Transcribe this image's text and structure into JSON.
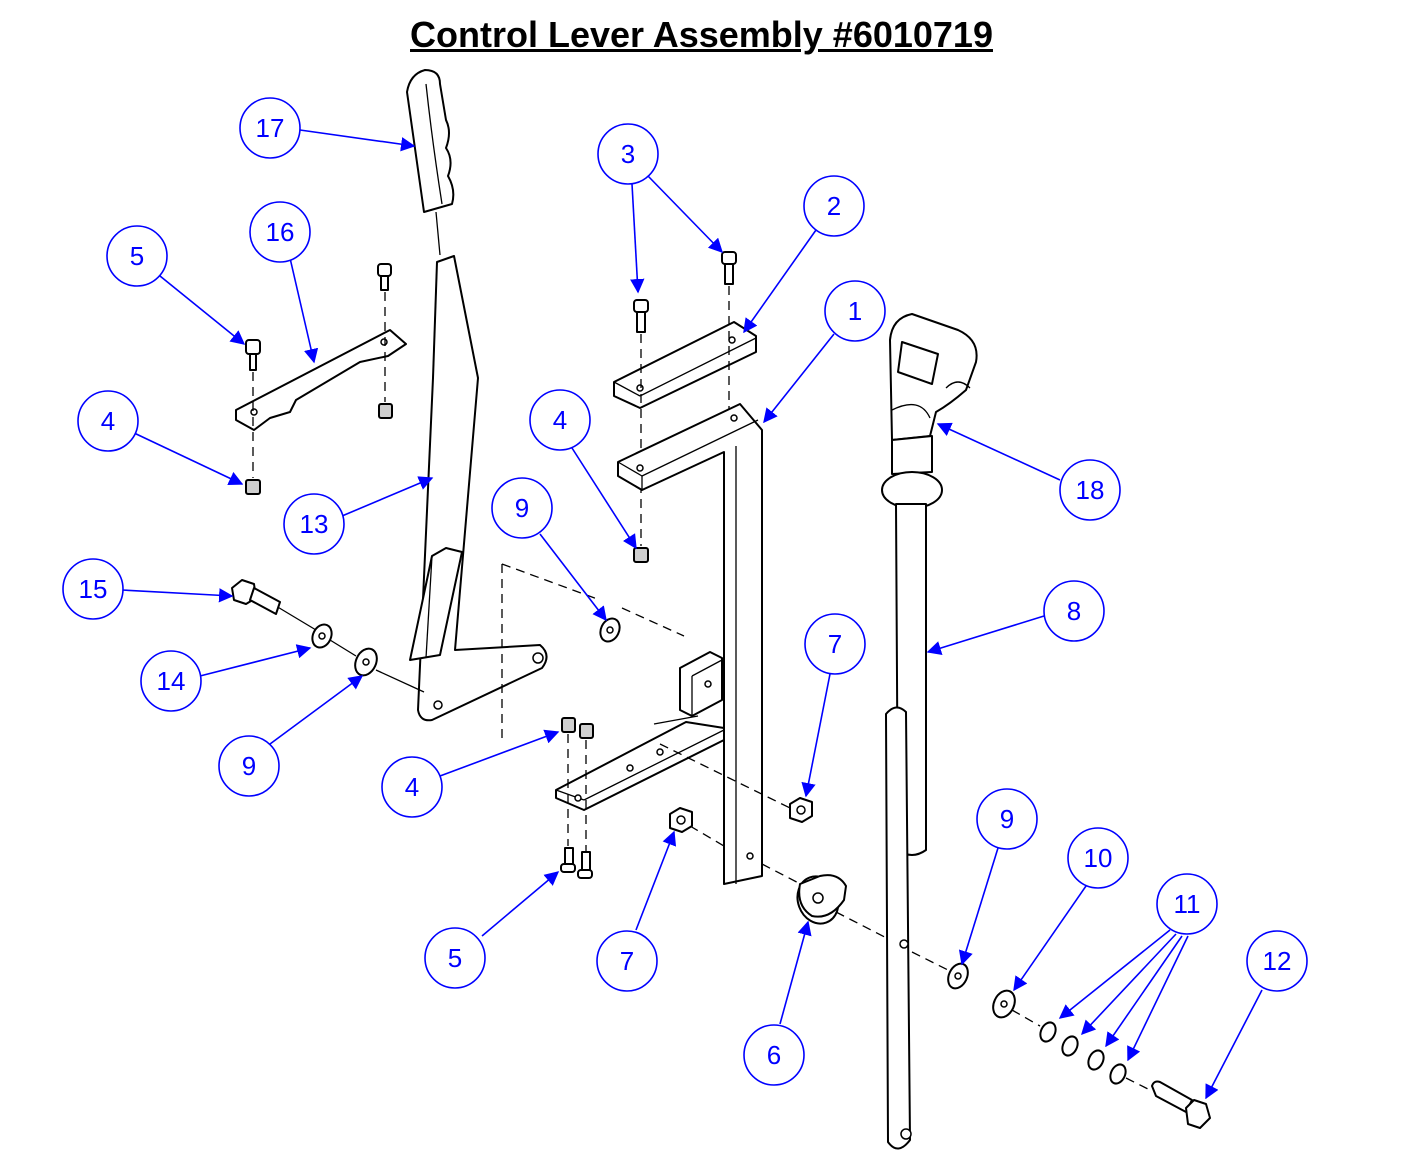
{
  "title": "Control Lever Assembly #6010719",
  "colors": {
    "callout": "#0000ff",
    "line": "#000000",
    "background": "#ffffff"
  },
  "callouts": [
    {
      "id": "c17",
      "label": "17"
    },
    {
      "id": "c3",
      "label": "3"
    },
    {
      "id": "c2",
      "label": "2"
    },
    {
      "id": "c16",
      "label": "16"
    },
    {
      "id": "c5a",
      "label": "5"
    },
    {
      "id": "c1",
      "label": "1"
    },
    {
      "id": "c4a",
      "label": "4"
    },
    {
      "id": "c4b",
      "label": "4"
    },
    {
      "id": "c18",
      "label": "18"
    },
    {
      "id": "c9a",
      "label": "9"
    },
    {
      "id": "c13",
      "label": "13"
    },
    {
      "id": "c15",
      "label": "15"
    },
    {
      "id": "c8",
      "label": "8"
    },
    {
      "id": "c7a",
      "label": "7"
    },
    {
      "id": "c14",
      "label": "14"
    },
    {
      "id": "c9b",
      "label": "9"
    },
    {
      "id": "c4c",
      "label": "4"
    },
    {
      "id": "c9c",
      "label": "9"
    },
    {
      "id": "c10",
      "label": "10"
    },
    {
      "id": "c11",
      "label": "11"
    },
    {
      "id": "c12",
      "label": "12"
    },
    {
      "id": "c5b",
      "label": "5"
    },
    {
      "id": "c7b",
      "label": "7"
    },
    {
      "id": "c6",
      "label": "6"
    }
  ]
}
